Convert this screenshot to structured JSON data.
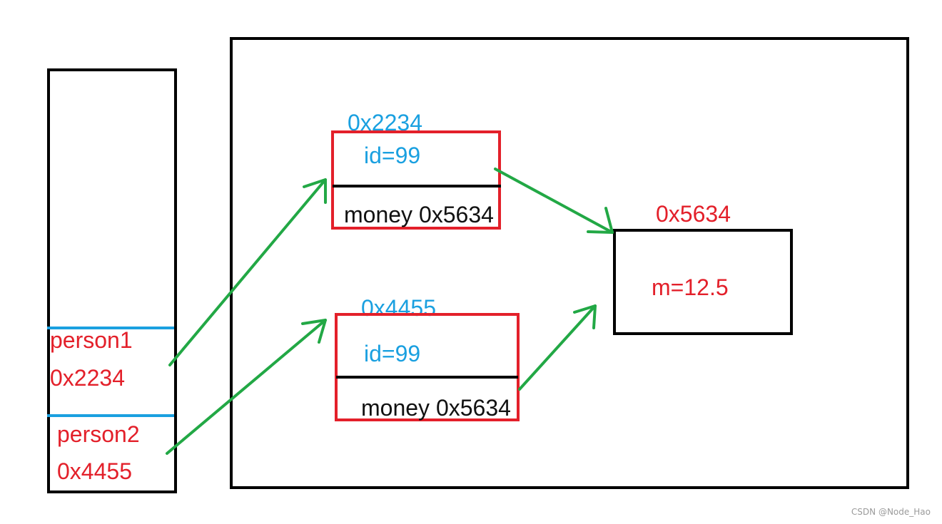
{
  "stack": {
    "slots": [
      {
        "name": "person1",
        "address": "0x2234"
      },
      {
        "name": "person2",
        "address": "0x4455"
      }
    ]
  },
  "heap": {
    "objects": [
      {
        "address": "0x2234",
        "field1": "id=99",
        "field2": "money 0x5634"
      },
      {
        "address": "0x4455",
        "field1": "id=99",
        "field2": "money 0x5634"
      }
    ],
    "money": {
      "address": "0x5634",
      "value": "m=12.5"
    }
  },
  "colors": {
    "stack_text": "#e3202a",
    "heap_address": "#1aa0e0",
    "object_border": "#e3202a",
    "arrow": "#22a845"
  },
  "watermark": "CSDN @Node_Hao"
}
